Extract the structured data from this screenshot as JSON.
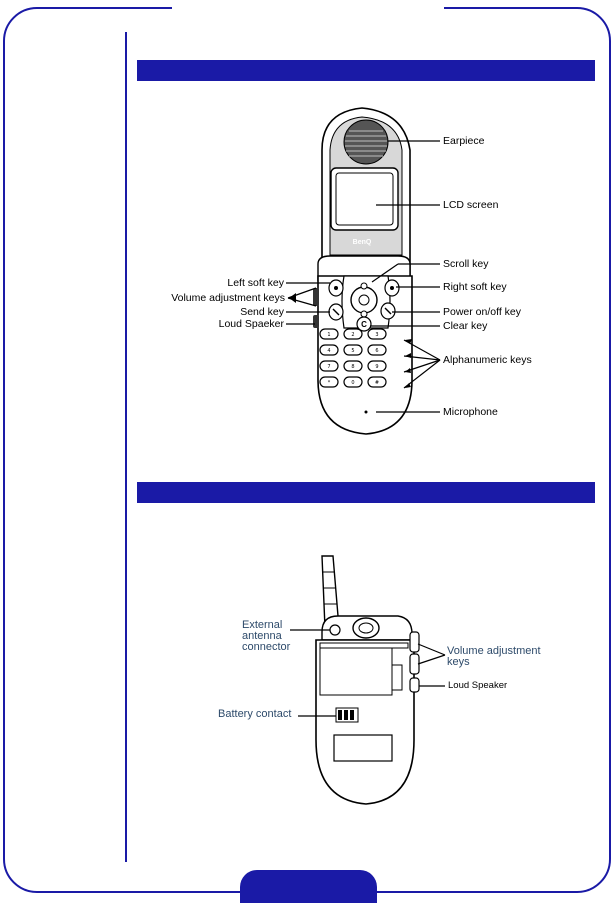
{
  "front_view": {
    "labels": {
      "earpiece": "Earpiece",
      "lcd_screen": "LCD screen",
      "scroll_key": "Scroll key",
      "left_soft_key": "Left soft key",
      "right_soft_key": "Right soft key",
      "volume_adjustment_keys": "Volume adjustment keys",
      "send_key": "Send key",
      "power_key": "Power on/off key",
      "loud_speaker": "Loud Spaeker",
      "clear_key": "Clear key",
      "alphanumeric_keys": "Alphanumeric keys",
      "microphone": "Microphone"
    },
    "brand": "BenQ",
    "clear_key_glyph": "C",
    "keypad": [
      "1",
      "2",
      "3",
      "4",
      "5",
      "6",
      "7",
      "8",
      "9",
      "*",
      "0",
      "#"
    ]
  },
  "back_view": {
    "labels": {
      "external_antenna": "External antenna connector",
      "volume_adjustment_keys": "Volume adjustment keys",
      "loud_speaker": "Loud Speaker",
      "battery_contact": "Battery contact"
    }
  },
  "colors": {
    "accent": "#1a1aa6",
    "back_label": "#2d4a6a"
  }
}
